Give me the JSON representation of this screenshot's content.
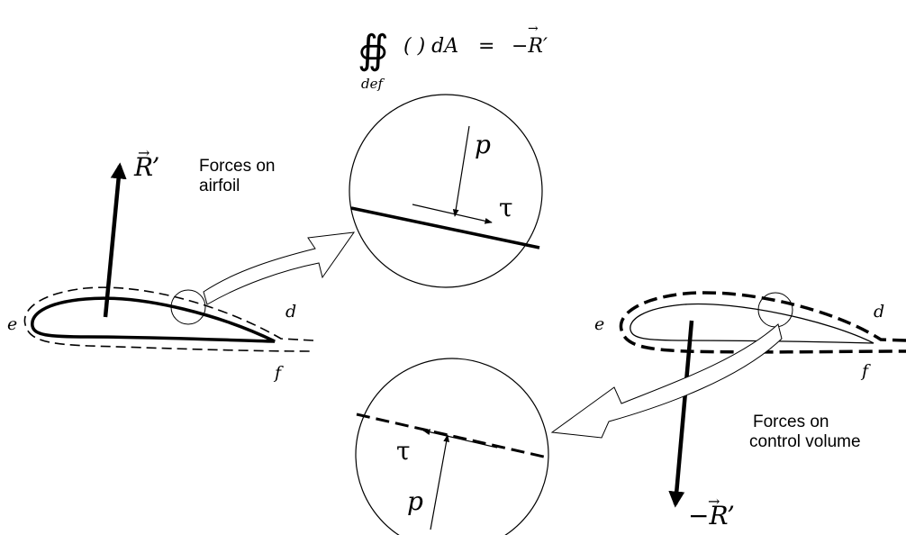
{
  "equation": {
    "integral_sign": "∯",
    "integrand": "( ) dA",
    "equals": "=",
    "rhs": "−R′",
    "subscript": "def"
  },
  "labels": {
    "left_force": "R’",
    "right_force": "−R’",
    "forces_on_airfoil_line1": "Forces on",
    "forces_on_airfoil_line2": "airfoil",
    "forces_on_cv_line1": "Forces on",
    "forces_on_cv_line2": "control volume",
    "point_e": "e",
    "point_d": "d",
    "point_f": "f",
    "pressure": "p",
    "shear": "τ"
  }
}
